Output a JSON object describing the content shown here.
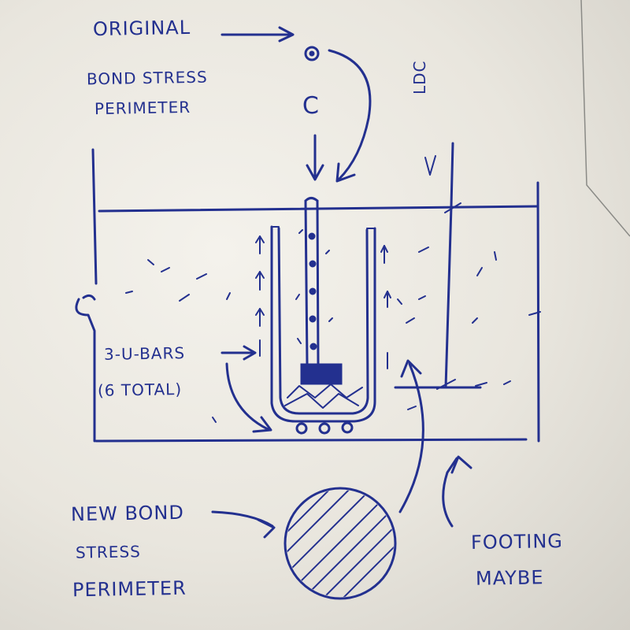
{
  "labels": {
    "original_line1": "ORIGINAL",
    "original_line2": "BOND STRESS",
    "original_line3": "PERIMETER",
    "load": "C",
    "ldc": "Ldc",
    "ubars_line1": "3-U-BARS",
    "ubars_line2": "(6 TOTAL)",
    "new_line1": "NEW BOND",
    "new_line2": "STRESS",
    "new_line3": "PERIMETER",
    "footing_line1": "FOOTING",
    "footing_line2": "MAYBE"
  },
  "colors": {
    "ink": "#23308f",
    "paper": "#efece5"
  }
}
